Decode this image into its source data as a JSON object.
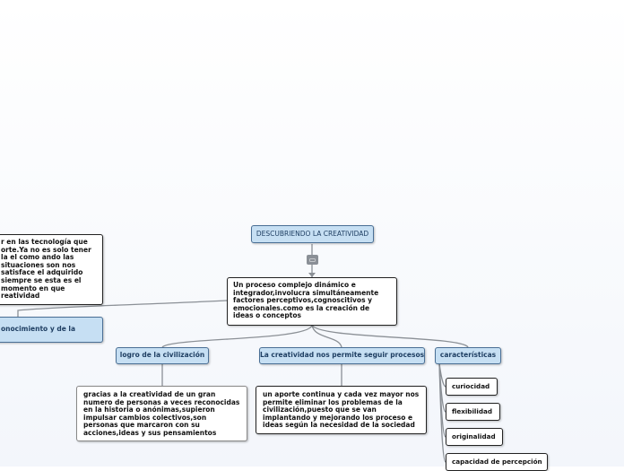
{
  "root": {
    "title": "DESCUBRIENDO LA CREATIVIDAD"
  },
  "definition": {
    "text": "Un proceso complejo dinámico e integrador,involucra simultáneamente factores perceptivos,cognoscitivos y emocionales.como es la creación de ideas o conceptos"
  },
  "left_text": {
    "text": "r en las tecnología que orte.Ya no es solo tener la el como ando las situaciones son nos satisface el adquirido siempre se esta es el momento en que reatividad"
  },
  "left_branch": {
    "label": "onocimiento y de la"
  },
  "branches": [
    {
      "label": "logro de la civilización",
      "child": "gracias a la creatividad de un gran numero de personas a veces reconocidas en la historia o anónimas,supieron impulsar cambios colectivos,son personas que marcaron con su acciones,ideas y sus pensamientos"
    },
    {
      "label": "La creatividad nos permite seguir procesos",
      "child": "un aporte continua y cada vez mayor nos permite eliminar los problemas de la civilización,puesto que se van implantando y mejorando los proceso e ideas según la necesidad de la sociedad"
    },
    {
      "label": "características",
      "children": [
        "curiocidad",
        "flexibilidad",
        "originalidad",
        "capacidad de percepción"
      ]
    }
  ],
  "toggle_icon": "collapse-icon",
  "colors": {
    "line": "#8b9096",
    "branch_fill": "#c6dff3",
    "branch_border": "#4a6f95"
  }
}
